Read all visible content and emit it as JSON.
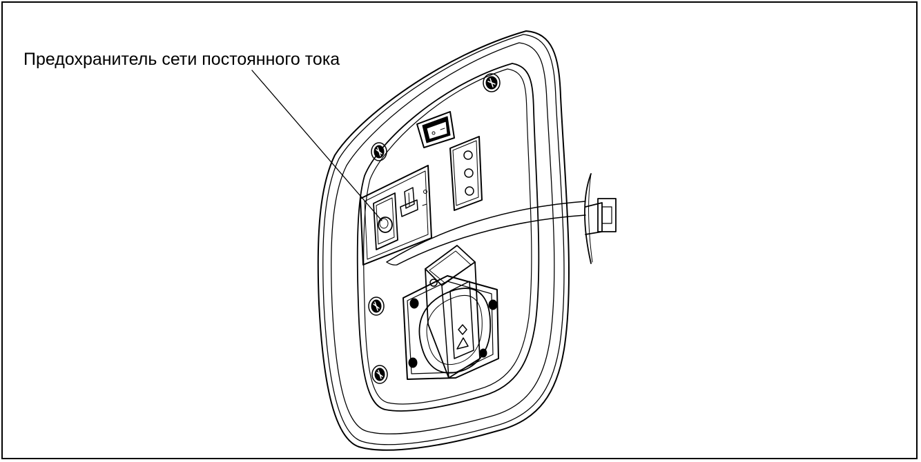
{
  "callout": {
    "label": "Предохранитель сети постоянного тока"
  },
  "icons": {
    "outlet_symbols": [
      "diamond-symbol",
      "triangle-symbol"
    ]
  },
  "colors": {
    "stroke": "#000000",
    "background": "#ffffff"
  }
}
